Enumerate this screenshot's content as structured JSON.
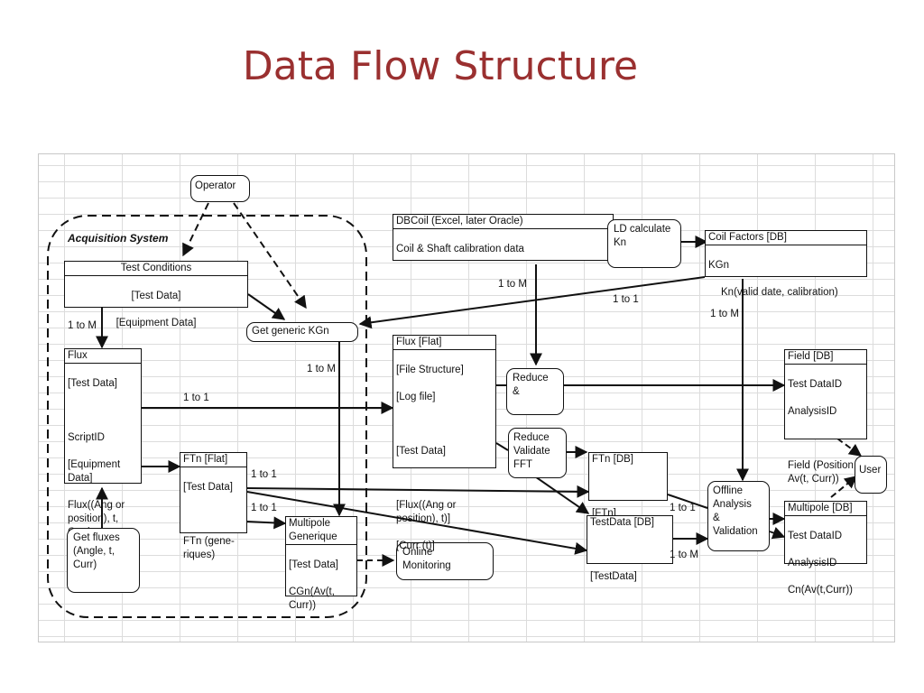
{
  "title": "Data Flow Structure",
  "acquisition_label": "Acquisition System",
  "nodes": {
    "operator": "Operator",
    "test_conditions": {
      "header": "Test Conditions",
      "lines": [
        "[Test Data]",
        "[Equipment Data]"
      ]
    },
    "get_kgn": "Get  generic KGn",
    "flux": {
      "header": "Flux",
      "lines": [
        "[Test Data]",
        "",
        "ScriptID",
        "[Equipment Data]",
        "Flux((Ang or position), t, Curr)"
      ]
    },
    "ftn_flat": {
      "header": "FTn [Flat]",
      "lines": [
        "[Test Data]",
        "",
        "FTn (gene-riques)"
      ]
    },
    "multipole_generique": {
      "header": "Multipole Generique",
      "lines": [
        "[Test Data]",
        "CGn(Av(t, Curr))"
      ]
    },
    "get_fluxes": "Get fluxes\n(Angle, t,\nCurr)",
    "online_monitoring": "Online\nMonitoring",
    "dbcoil": {
      "header": "DBCoil (Excel, later Oracle)",
      "lines": [
        "Coil & Shaft calibration data"
      ]
    },
    "ld_calculate": "LD calculate\nKn",
    "coil_factors": {
      "header": "Coil Factors [DB]",
      "lines": [
        "KGn",
        "Kn(valid date, calibration)"
      ]
    },
    "flux_flat": {
      "header": "Flux [Flat]",
      "lines": [
        "[File Structure]",
        "[Log file]",
        "",
        "[Test Data]",
        "",
        "[Flux((Ang or position), t)]",
        "[Curr (t)]"
      ]
    },
    "reduce": "Reduce\n&",
    "reduce_validate": "Reduce\nValidate\nFFT",
    "ftn_db": {
      "header": "FTn [DB]",
      "lines": [
        "",
        "[FTn]"
      ]
    },
    "testdata_db": {
      "header": "TestData [DB]",
      "lines": [
        "",
        "[TestData]"
      ]
    },
    "offline": "Offline\nAnalysis\n&\nValidation",
    "field_db": {
      "header": "Field [DB]",
      "lines": [
        "Test DataID",
        "AnalysisID",
        "",
        "Field (Position, Av(t, Curr))"
      ]
    },
    "user": "User",
    "multipole_db": {
      "header": "Multipole [DB]",
      "lines": [
        "Test DataID",
        "AnalysisID",
        "Cn(Av(t,Curr))"
      ]
    }
  },
  "edge_labels": {
    "tc_flux": "1 to M",
    "flux_fluxflat": "1 to 1",
    "kgn_multipole": "1 to M",
    "dbcoil_reduce": "1 to M",
    "coil_kgn": "1 to 1",
    "coil_offline": "1 to M",
    "ftn_ftndb": "1 to 1",
    "ftn_multipole": "1 to 1",
    "offline_multipole": "1 to 1",
    "testdata_offline": "1 to M"
  }
}
